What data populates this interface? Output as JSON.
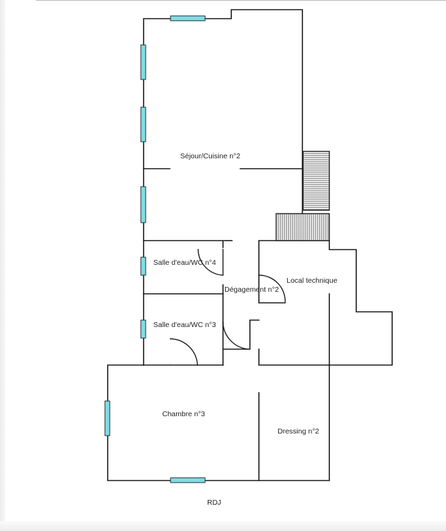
{
  "level_label": "RDJ",
  "rooms": [
    {
      "key": "sejour",
      "label": "Séjour/Cuisine n°2"
    },
    {
      "key": "sdeau4",
      "label": "Salle d'eau/WC n°4"
    },
    {
      "key": "degagement",
      "label": "Dégagement n°2"
    },
    {
      "key": "local",
      "label": "Local technique"
    },
    {
      "key": "sdeau3",
      "label": "Salle d'eau/WC n°3"
    },
    {
      "key": "chambre3",
      "label": "Chambre n°3"
    },
    {
      "key": "dressing2",
      "label": "Dressing n°2"
    }
  ],
  "colors": {
    "window": "#7fdde4",
    "wall": "#1a1a1a"
  }
}
